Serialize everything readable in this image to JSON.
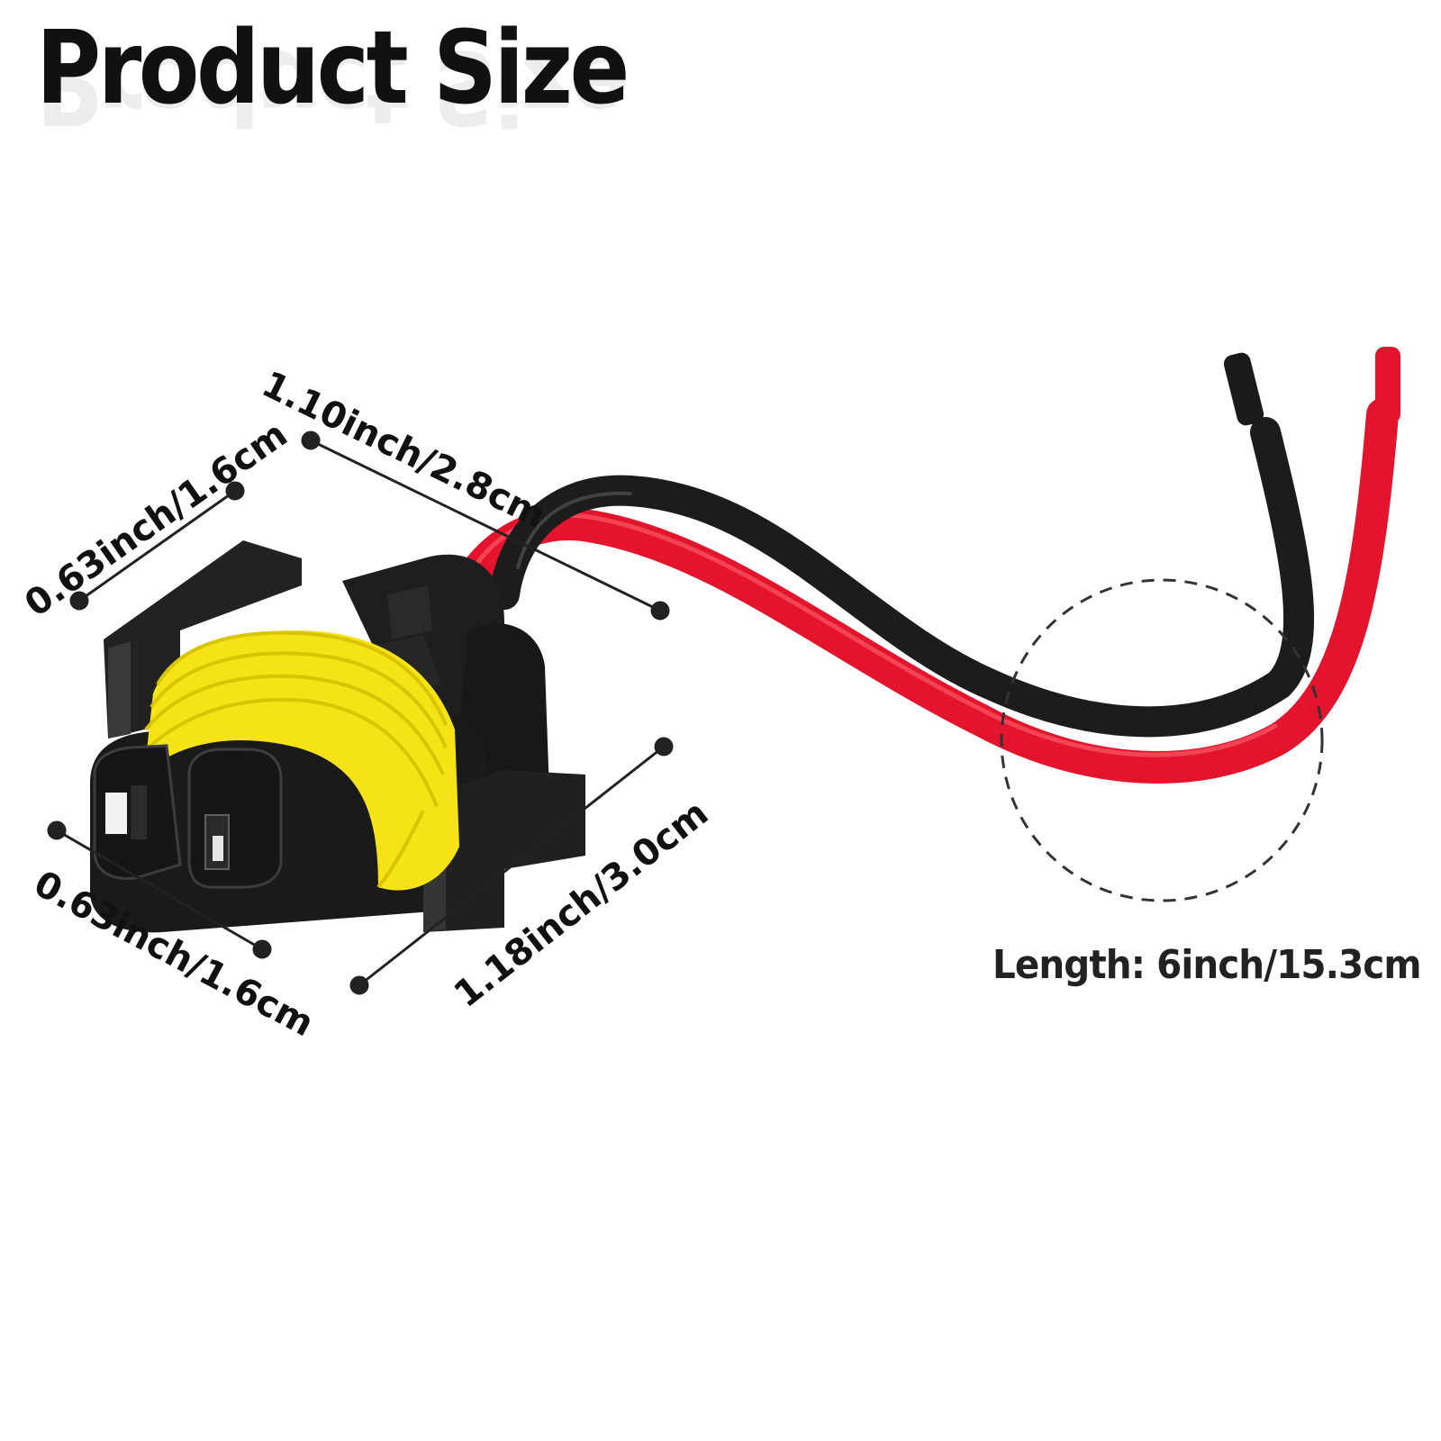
{
  "title": "Product Size",
  "dimensions": {
    "top_length": "1.10inch/2.8cm",
    "top_width": "0.63inch/1.6cm",
    "bottom_width": "0.63inch/1.6cm",
    "bottom_length": "1.18inch/3.0cm",
    "wire_length": "Length: 6inch/15.3cm"
  },
  "colors": {
    "connector_body": "#1a1a1a",
    "seal": "#f5e316",
    "wire_red": "#e3142b",
    "wire_black": "#1c1c1c"
  }
}
